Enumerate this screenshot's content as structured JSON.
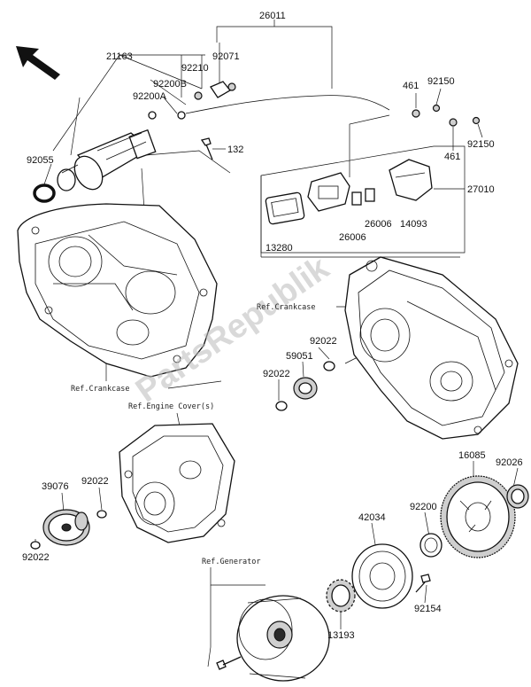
{
  "diagram": {
    "watermark": "PartsRepublik",
    "part_numbers": [
      "26011",
      "21163",
      "92210",
      "92071",
      "92200B",
      "92200A",
      "461",
      "92150",
      "92055",
      "132",
      "461",
      "92150",
      "27010",
      "26006",
      "26006",
      "14093",
      "13280",
      "92022",
      "59051",
      "92022",
      "39076",
      "92022",
      "92022",
      "16085",
      "92026",
      "42034",
      "92200",
      "92154",
      "13193"
    ],
    "references": [
      "Ref.Crankcase",
      "Ref.Crankcase",
      "Ref.Engine Cover(s)",
      "Ref.Generator"
    ]
  }
}
